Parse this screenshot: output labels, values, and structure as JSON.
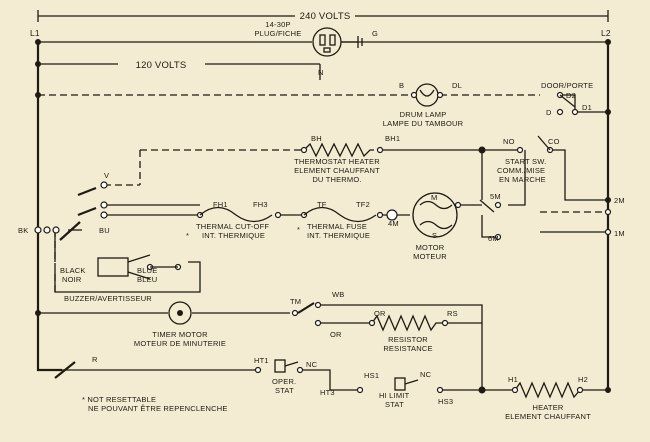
{
  "supply": {
    "volts_240": "240 VOLTS",
    "volts_120": "120 VOLTS",
    "l1": "L1",
    "l2": "L2",
    "plug_line1": "14-30P",
    "plug_line2": "PLUG/FICHE",
    "plug_g": "G",
    "plug_n": "N"
  },
  "drum_lamp": {
    "b": "B",
    "dl": "DL",
    "line1": "DRUM LAMP",
    "line2": "LAMPE DU TAMBOUR"
  },
  "door": {
    "label": "DOOR/PORTE",
    "d2": "D2",
    "d1": "D1",
    "d": "D"
  },
  "thermostat_heater": {
    "bh": "BH",
    "bh1": "BH1",
    "line1": "THERMOSTAT HEATER",
    "line2": "ELEMENT CHAUFFANT",
    "line3": "DU THERMO."
  },
  "start_switch": {
    "no": "NO",
    "co": "CO",
    "line1": "START SW.",
    "line2": "COMM./MISE",
    "line3": "EN MARCHE"
  },
  "thermal_cutoff": {
    "fh1": "FH1",
    "fh3": "FH3",
    "line1": "THERMAL CUT-OFF",
    "line2": "INT. THERMIQUE",
    "star": "*"
  },
  "thermal_fuse": {
    "tf": "TF",
    "tf2": "TF2",
    "line1": "THERMAL FUSE",
    "line2": "INT. THERMIQUE",
    "star": "*"
  },
  "motor": {
    "m": "M",
    "s": "S",
    "t44": "4M",
    "line1": "MOTOR",
    "line2": "MOTEUR",
    "t5m": "5M",
    "t6m": "6M",
    "t2m": "2M",
    "t1m": "1M"
  },
  "timer": {
    "v": "V",
    "bk": "BK",
    "bu": "BU",
    "r": "R"
  },
  "buzzer": {
    "black1": "BLACK",
    "black2": "NOIR",
    "blue1": "BLUE",
    "blue2": "BLEU",
    "label": "BUZZER/AVERTISSEUR"
  },
  "timer_motor": {
    "line1": "TIMER MOTOR",
    "line2": "MOTEUR DE MINUTERIE",
    "tm": "TM",
    "wb": "WB",
    "or": "OR"
  },
  "resistor": {
    "or": "OR",
    "rs": "RS",
    "line1": "RESISTOR",
    "line2": "RESISTANCE"
  },
  "oper_stat": {
    "ht1": "HT1",
    "nc": "NC",
    "ht3": "HT3",
    "line1": "OPER.",
    "line2": "STAT"
  },
  "hi_limit": {
    "hs1": "HS1",
    "nc": "NC",
    "hs3": "HS3",
    "line1": "HI LIMIT",
    "line2": "STAT"
  },
  "heater": {
    "h1": "H1",
    "h2": "H2",
    "line1": "HEATER",
    "line2": "ELEMENT CHAUFFANT"
  },
  "notes": {
    "line1": "* NOT RESETTABLE",
    "line2": "NE POUVANT ÊTRE REPENCLENCHE"
  }
}
